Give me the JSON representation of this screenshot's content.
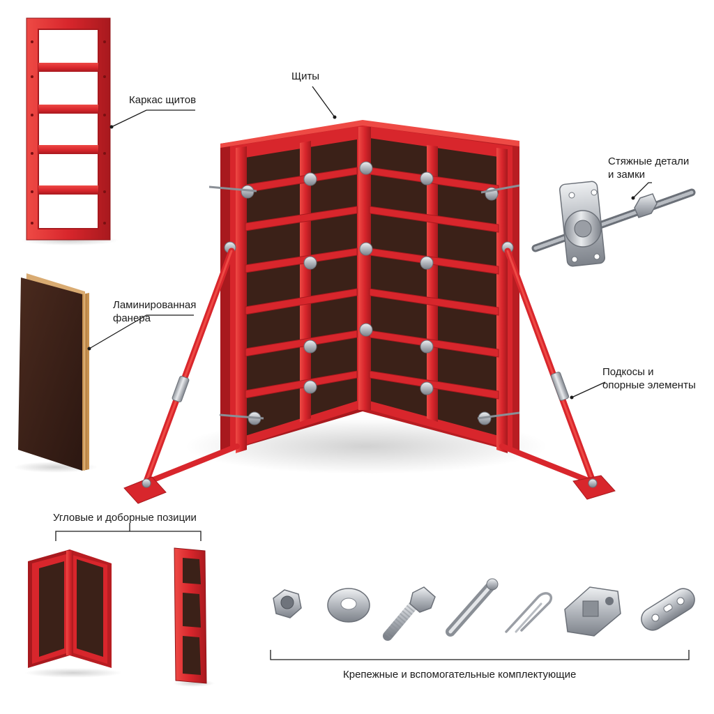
{
  "labels": {
    "shields": "Щиты",
    "frame": "Каркас щитов",
    "plywood_line1": "Ламинированная",
    "plywood_line2": "фанера",
    "ties_line1": "Стяжные детали",
    "ties_line2": "и замки",
    "braces_line1": "Подкосы и",
    "braces_line2": "опорные элементы",
    "corner_pieces": "Угловые и доборные позиции",
    "fasteners": "Крепежные и вспомогательные комплектующие"
  },
  "colors": {
    "frame_red": "#d8262c",
    "frame_red_dark": "#a8191e",
    "frame_red_light": "#ee4a45",
    "plywood_face": "#3b2118",
    "plywood_edge": "#d9ab72",
    "metal": "#b8bcc2",
    "metal_dark": "#7d828a",
    "leader": "#1a1a1a"
  },
  "fasteners": [
    {
      "icon": "hex-nut-icon"
    },
    {
      "icon": "washer-icon"
    },
    {
      "icon": "bolt-icon"
    },
    {
      "icon": "pin-icon"
    },
    {
      "icon": "cotter-pin-icon"
    },
    {
      "icon": "clamp-icon"
    },
    {
      "icon": "connecting-plate-icon"
    }
  ]
}
